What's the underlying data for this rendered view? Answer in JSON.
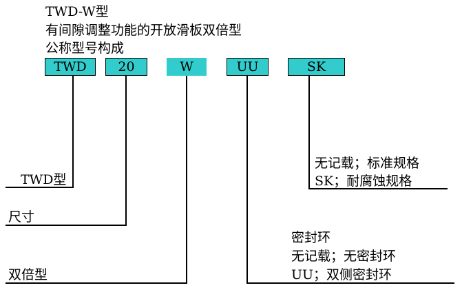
{
  "title": {
    "line1": "TWD-W型",
    "line2": "有间隙调整功能的开放滑板双倍型",
    "line3": "公称型号构成"
  },
  "boxes": [
    "TWD",
    "20",
    "W",
    "UU",
    "SK"
  ],
  "labels": {
    "twd": "TWD型",
    "size": "尺寸",
    "double": "双倍型",
    "seal_title": "密封环",
    "seal_none": "无记载；无密封环",
    "seal_uu": "UU；双侧密封环",
    "sk_none": "无记载；标准规格",
    "sk_sk": "SK；耐腐蚀规格"
  },
  "colors": {
    "box_fill": "#33cccc",
    "line": "#000000"
  }
}
